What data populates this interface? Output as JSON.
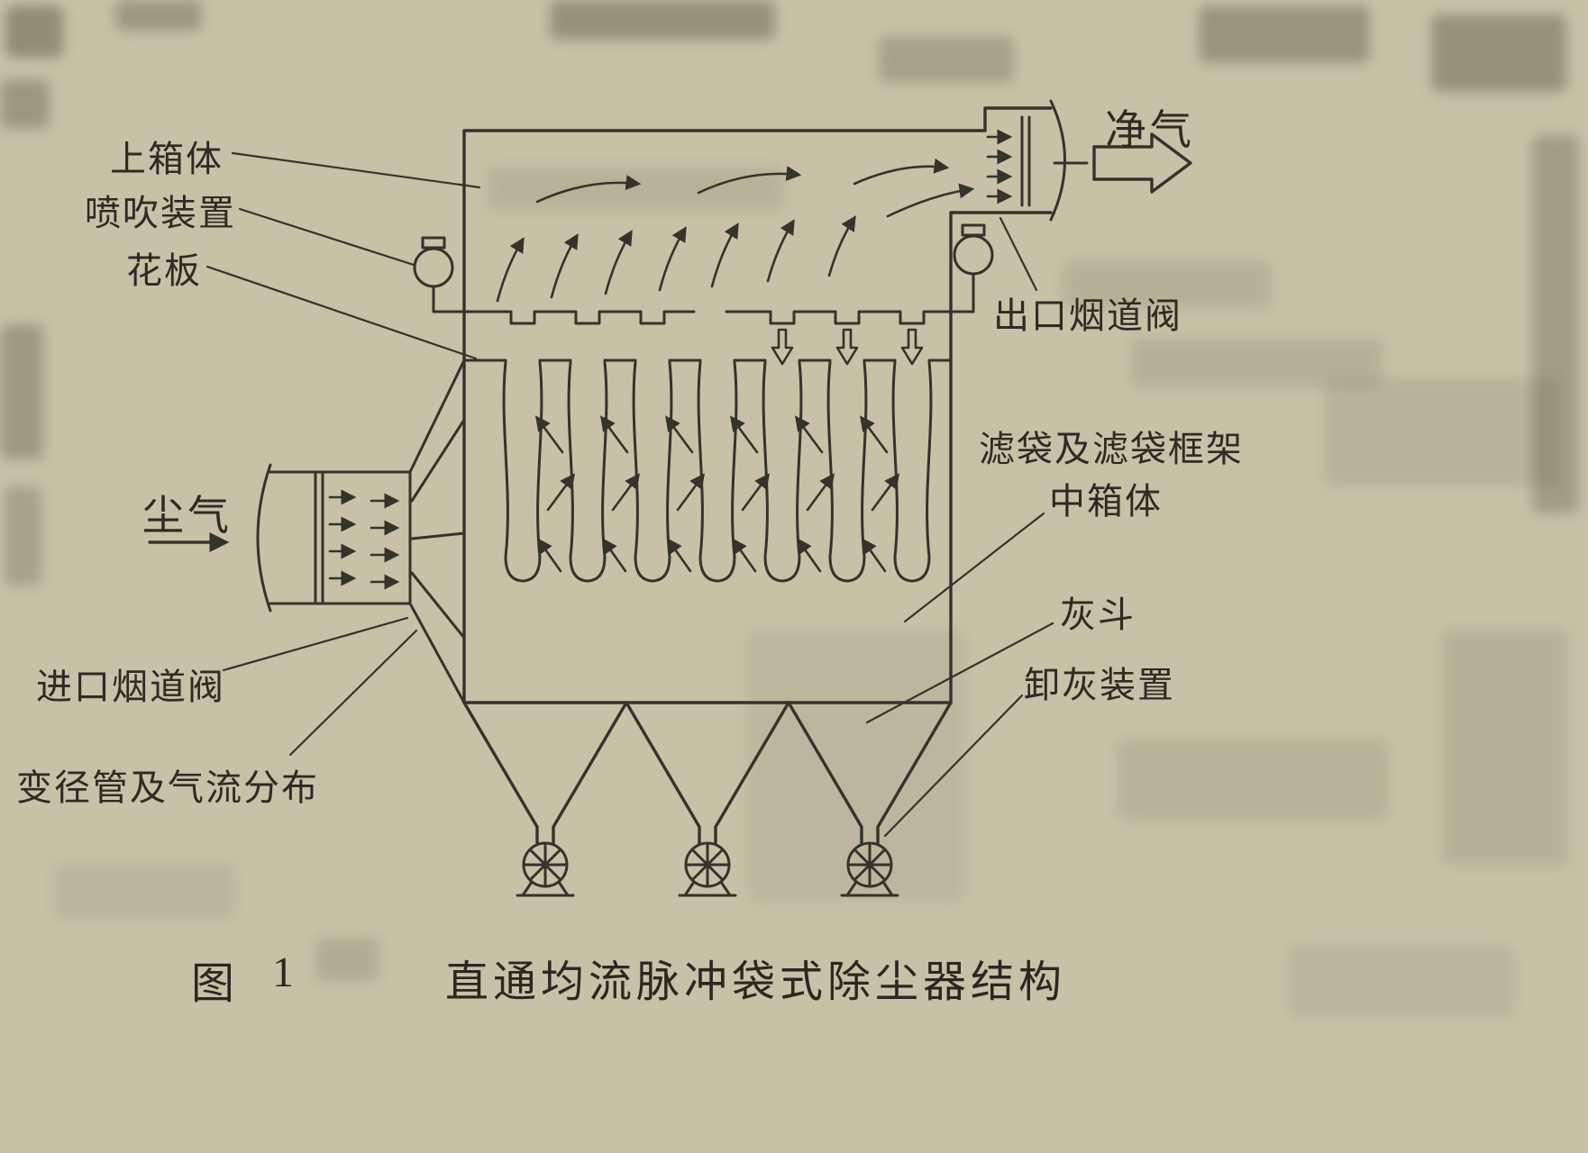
{
  "figure": {
    "prefix": "图",
    "number": "1",
    "title": "直通均流脉冲袋式除尘器结构"
  },
  "labels": {
    "upper_box": "上箱体",
    "blowing_device": "喷吹装置",
    "tube_sheet": "花板",
    "clean_gas": "净气",
    "outlet_flue_valve": "出口烟道阀",
    "filter_bag_and_frame": "滤袋及滤袋框架",
    "middle_box": "中箱体",
    "dusty_gas": "尘气",
    "ash_hopper": "灰斗",
    "ash_discharge_device": "卸灰装置",
    "inlet_flue_valve": "进口烟道阀",
    "reducer_and_flow_distribution": "变径管及气流分布"
  },
  "colors": {
    "paper": "#c9c0a8",
    "ink": "#35332a",
    "text": "#2e2b22"
  }
}
